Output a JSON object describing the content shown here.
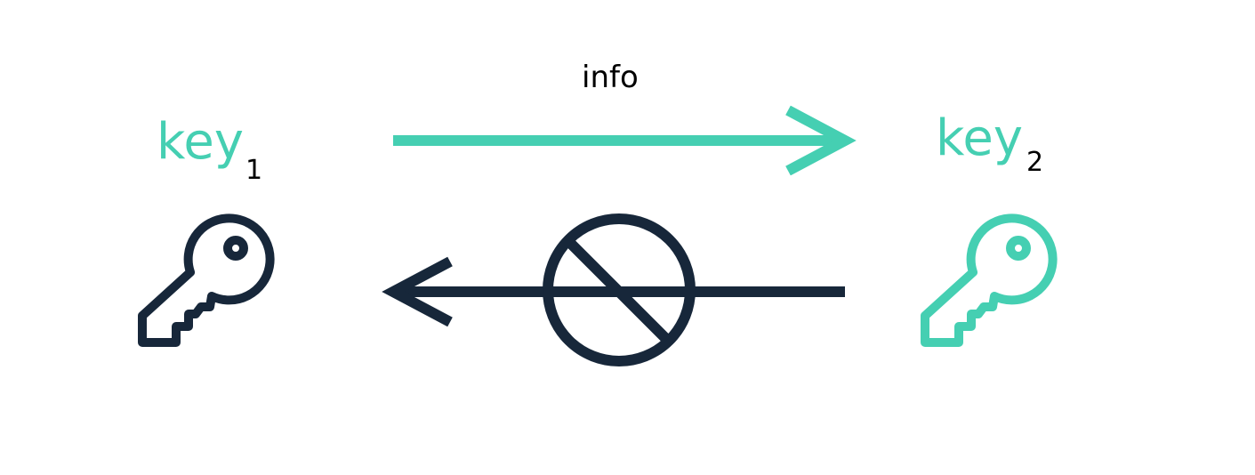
{
  "labels": {
    "left_key": {
      "name": "key",
      "subscript": "1"
    },
    "right_key": {
      "name": "key",
      "subscript": "2"
    },
    "forward_arrow": "info"
  },
  "colors": {
    "teal": "#45CFB2",
    "dark": "#17273A",
    "background": "#FFFFFF",
    "subscript_text": "#000000"
  },
  "icons": {
    "left_key": "key-icon",
    "right_key": "key-icon",
    "blocked": "prohibited-icon",
    "forward": "arrow-right-icon",
    "backward": "arrow-left-icon"
  }
}
